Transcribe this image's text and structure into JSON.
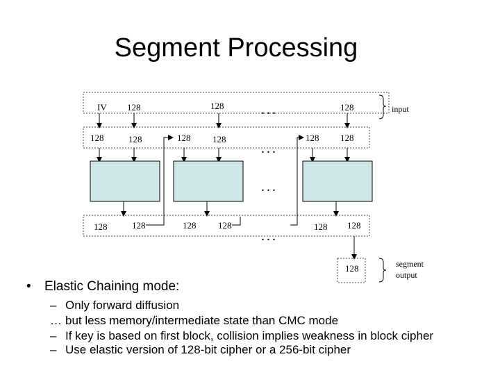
{
  "title": "Segment Processing",
  "diagram": {
    "iv_label": "IV",
    "block_label": "128",
    "input_label": "input",
    "segment_output_label_line1": "segment",
    "segment_output_label_line2": "output",
    "ellipsis": "..."
  },
  "bullets": {
    "main_marker": "•",
    "main": "Elastic Chaining mode:",
    "items": [
      {
        "marker": "–",
        "text": "Only forward diffusion"
      },
      {
        "marker": "…",
        "text": "but less memory/intermediate state than CMC mode"
      },
      {
        "marker": "–",
        "text": "If key is based on first block, collision implies weakness in block cipher"
      },
      {
        "marker": "–",
        "text": "Use elastic version of 128-bit cipher or a 256-bit cipher"
      }
    ]
  },
  "colors": {
    "cipher_box_fill": "#cfe6e6",
    "line": "#000000",
    "dashed_border": "#444444"
  }
}
